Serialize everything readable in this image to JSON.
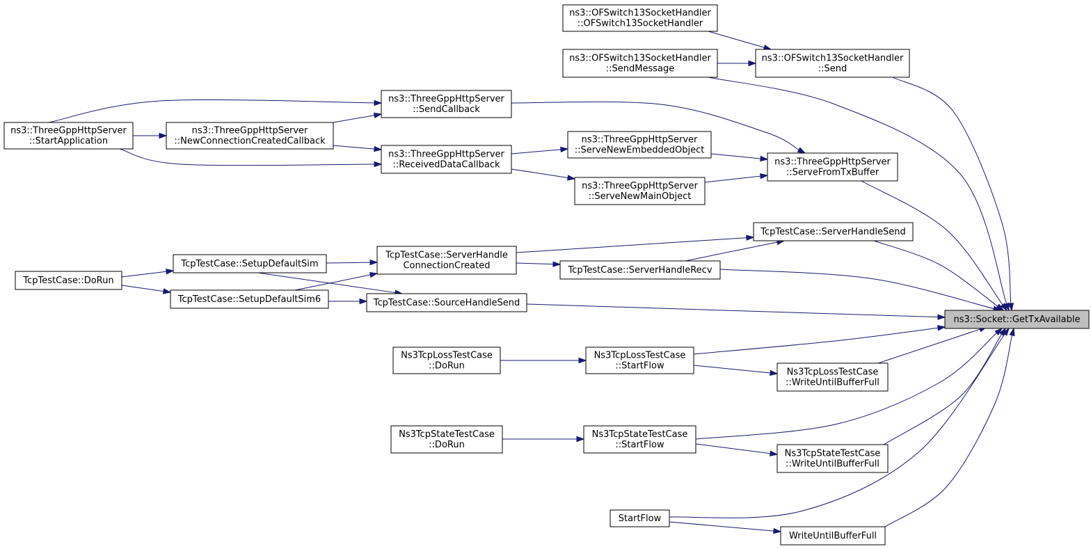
{
  "graph": {
    "type": "caller-graph",
    "target": "n_socket",
    "nodes": [
      {
        "id": "n_socket",
        "lines": [
          "ns3::Socket::GetTxAvailable"
        ],
        "role": "target"
      },
      {
        "id": "n_ofs_ctor",
        "lines": [
          "ns3::OFSwitch13SocketHandler",
          "::OFSwitch13SocketHandler"
        ]
      },
      {
        "id": "n_ofs_sendmsg",
        "lines": [
          "ns3::OFSwitch13SocketHandler",
          "::SendMessage"
        ]
      },
      {
        "id": "n_ofs_send",
        "lines": [
          "ns3::OFSwitch13SocketHandler",
          "::Send"
        ]
      },
      {
        "id": "n_http_sendcb",
        "lines": [
          "ns3::ThreeGppHttpServer",
          "::SendCallback"
        ]
      },
      {
        "id": "n_http_start",
        "lines": [
          "ns3::ThreeGppHttpServer",
          "::StartApplication"
        ]
      },
      {
        "id": "n_http_newconn",
        "lines": [
          "ns3::ThreeGppHttpServer",
          "::NewConnectionCreatedCallback"
        ]
      },
      {
        "id": "n_http_recv",
        "lines": [
          "ns3::ThreeGppHttpServer",
          "::ReceivedDataCallback"
        ]
      },
      {
        "id": "n_http_embedded",
        "lines": [
          "ns3::ThreeGppHttpServer",
          "::ServeNewEmbeddedObject"
        ]
      },
      {
        "id": "n_http_main",
        "lines": [
          "ns3::ThreeGppHttpServer",
          "::ServeNewMainObject"
        ]
      },
      {
        "id": "n_http_fromtx",
        "lines": [
          "ns3::ThreeGppHttpServer",
          "::ServeFromTxBuffer"
        ]
      },
      {
        "id": "n_tcp_srvsend",
        "lines": [
          "TcpTestCase::ServerHandleSend"
        ]
      },
      {
        "id": "n_tcp_setup",
        "lines": [
          "TcpTestCase::SetupDefaultSim"
        ]
      },
      {
        "id": "n_tcp_conncreated",
        "lines": [
          "TcpTestCase::ServerHandle",
          "ConnectionCreated"
        ]
      },
      {
        "id": "n_tcp_srvrecv",
        "lines": [
          "TcpTestCase::ServerHandleRecv"
        ]
      },
      {
        "id": "n_tcp_dorun",
        "lines": [
          "TcpTestCase::DoRun"
        ]
      },
      {
        "id": "n_tcp_setup6",
        "lines": [
          "TcpTestCase::SetupDefaultSim6"
        ]
      },
      {
        "id": "n_tcp_srcsend",
        "lines": [
          "TcpTestCase::SourceHandleSend"
        ]
      },
      {
        "id": "n_loss_dorun",
        "lines": [
          "Ns3TcpLossTestCase",
          "::DoRun"
        ]
      },
      {
        "id": "n_loss_start",
        "lines": [
          "Ns3TcpLossTestCase",
          "::StartFlow"
        ]
      },
      {
        "id": "n_loss_write",
        "lines": [
          "Ns3TcpLossTestCase",
          "::WriteUntilBufferFull"
        ]
      },
      {
        "id": "n_state_dorun",
        "lines": [
          "Ns3TcpStateTestCase",
          "::DoRun"
        ]
      },
      {
        "id": "n_state_start",
        "lines": [
          "Ns3TcpStateTestCase",
          "::StartFlow"
        ]
      },
      {
        "id": "n_state_write",
        "lines": [
          "Ns3TcpStateTestCase",
          "::WriteUntilBufferFull"
        ]
      },
      {
        "id": "n_startflow",
        "lines": [
          "StartFlow"
        ]
      },
      {
        "id": "n_writeuntil",
        "lines": [
          "WriteUntilBufferFull"
        ]
      }
    ],
    "edges": [
      {
        "from": "n_ofs_send",
        "to": "n_socket"
      },
      {
        "from": "n_ofs_sendmsg",
        "to": "n_socket"
      },
      {
        "from": "n_ofs_ctor",
        "to": "n_ofs_send"
      },
      {
        "from": "n_ofs_sendmsg",
        "to": "n_ofs_send"
      },
      {
        "from": "n_http_fromtx",
        "to": "n_socket"
      },
      {
        "from": "n_http_sendcb",
        "to": "n_http_fromtx"
      },
      {
        "from": "n_http_embedded",
        "to": "n_http_fromtx"
      },
      {
        "from": "n_http_main",
        "to": "n_http_fromtx"
      },
      {
        "from": "n_http_start",
        "to": "n_http_sendcb"
      },
      {
        "from": "n_http_newconn",
        "to": "n_http_sendcb"
      },
      {
        "from": "n_http_start",
        "to": "n_http_newconn"
      },
      {
        "from": "n_http_newconn",
        "to": "n_http_recv"
      },
      {
        "from": "n_http_start",
        "to": "n_http_recv"
      },
      {
        "from": "n_http_recv",
        "to": "n_http_embedded"
      },
      {
        "from": "n_http_recv",
        "to": "n_http_main"
      },
      {
        "from": "n_tcp_srvsend",
        "to": "n_socket"
      },
      {
        "from": "n_tcp_srvrecv",
        "to": "n_socket"
      },
      {
        "from": "n_tcp_srcsend",
        "to": "n_socket"
      },
      {
        "from": "n_tcp_conncreated",
        "to": "n_tcp_srvsend"
      },
      {
        "from": "n_tcp_srvrecv",
        "to": "n_tcp_srvsend"
      },
      {
        "from": "n_tcp_conncreated",
        "to": "n_tcp_srvrecv"
      },
      {
        "from": "n_tcp_setup",
        "to": "n_tcp_conncreated"
      },
      {
        "from": "n_tcp_setup6",
        "to": "n_tcp_conncreated"
      },
      {
        "from": "n_tcp_setup",
        "to": "n_tcp_srcsend"
      },
      {
        "from": "n_tcp_setup6",
        "to": "n_tcp_srcsend"
      },
      {
        "from": "n_tcp_dorun",
        "to": "n_tcp_setup"
      },
      {
        "from": "n_tcp_dorun",
        "to": "n_tcp_setup6"
      },
      {
        "from": "n_loss_start",
        "to": "n_socket"
      },
      {
        "from": "n_loss_write",
        "to": "n_socket"
      },
      {
        "from": "n_loss_dorun",
        "to": "n_loss_start"
      },
      {
        "from": "n_loss_start",
        "to": "n_loss_write"
      },
      {
        "from": "n_state_start",
        "to": "n_socket"
      },
      {
        "from": "n_state_write",
        "to": "n_socket"
      },
      {
        "from": "n_state_dorun",
        "to": "n_state_start"
      },
      {
        "from": "n_state_start",
        "to": "n_state_write"
      },
      {
        "from": "n_startflow",
        "to": "n_socket"
      },
      {
        "from": "n_writeuntil",
        "to": "n_socket"
      },
      {
        "from": "n_startflow",
        "to": "n_writeuntil"
      }
    ]
  }
}
